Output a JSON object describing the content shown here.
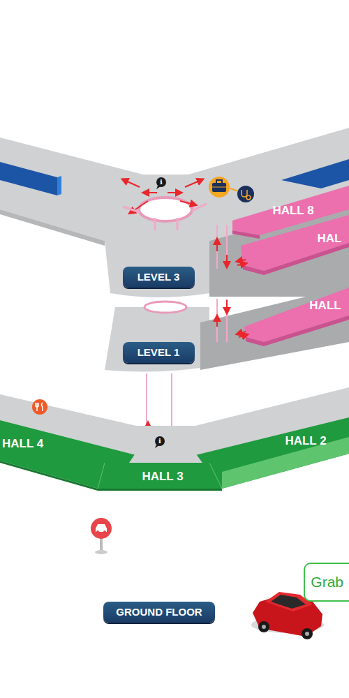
{
  "diagram": {
    "nodes": [
      {
        "text": [
          "HALL 8"
        ]
      },
      {
        "text": [
          "HAL"
        ]
      },
      {
        "text": [
          "LEVEL 3"
        ]
      },
      {
        "text": [
          "HALL"
        ]
      },
      {
        "text": [
          "LEVEL 1"
        ]
      },
      {
        "text": [
          "HALL 4"
        ]
      },
      {
        "text": [
          "HALL 2"
        ]
      },
      {
        "text": [
          "HALL 3"
        ]
      },
      {
        "text": [
          "Grab"
        ]
      },
      {
        "text": [
          "GROUND FLOOR"
        ]
      }
    ],
    "labels": [
      "i",
      "i"
    ]
  }
}
